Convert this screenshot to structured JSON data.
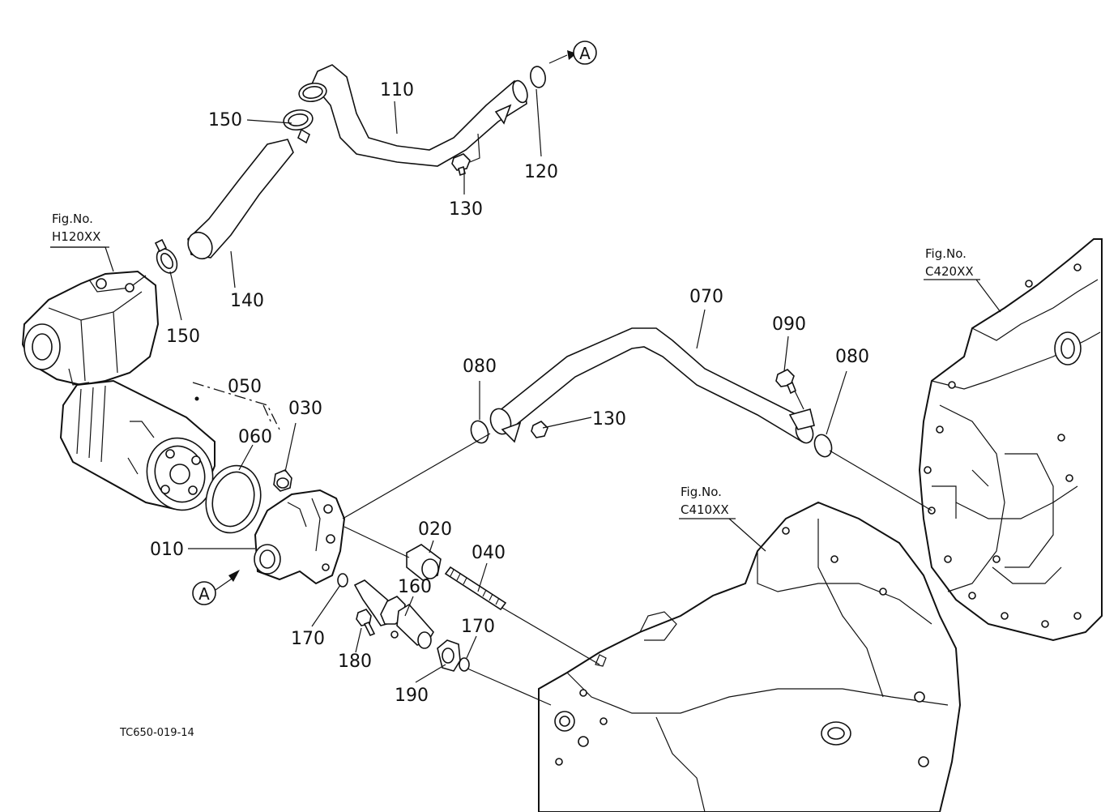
{
  "diagram": {
    "part_numbers": {
      "p010": "010",
      "p020": "020",
      "p030": "030",
      "p040": "040",
      "p050": "050",
      "p060": "060",
      "p070": "070",
      "p080a": "080",
      "p080b": "080",
      "p090": "090",
      "p110": "110",
      "p120": "120",
      "p130a": "130",
      "p130b": "130",
      "p140": "140",
      "p150a": "150",
      "p150b": "150",
      "p160": "160",
      "p170a": "170",
      "p170b": "170",
      "p180": "180",
      "p190": "190"
    },
    "figure_refs": {
      "h120": {
        "line1": "Fig.No.",
        "line2": "H120XX"
      },
      "c420": {
        "line1": "Fig.No.",
        "line2": "C420XX"
      },
      "c410": {
        "line1": "Fig.No.",
        "line2": "C410XX"
      }
    },
    "connectors": {
      "a_top": "A",
      "a_bottom": "A"
    },
    "drawing_code": "TC650-019-14"
  }
}
